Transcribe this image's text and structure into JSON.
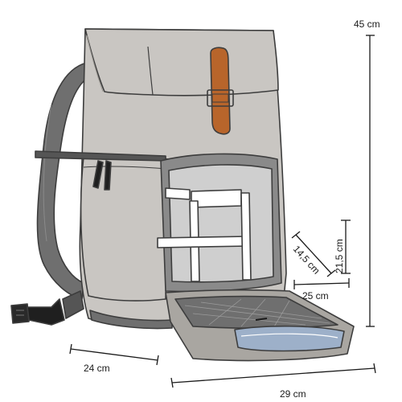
{
  "dimensions": {
    "height": "45 cm",
    "width_bottom": "29 cm",
    "depth": "24 cm",
    "compartment_width": "25 cm",
    "compartment_height": "21,5 cm",
    "compartment_depth": "14,5 cm"
  },
  "colors": {
    "body": "#c9c6c2",
    "body_dark": "#a9a6a1",
    "strap": "#6f6f6f",
    "strap_dark": "#555555",
    "interior": "#cfcfcf",
    "divider": "#ffffff",
    "leather": "#b8652b",
    "buckle": "#c9a24a",
    "mesh": "#8a8a8a",
    "pocket": "#9db0c9",
    "line": "#1a1a1a"
  }
}
